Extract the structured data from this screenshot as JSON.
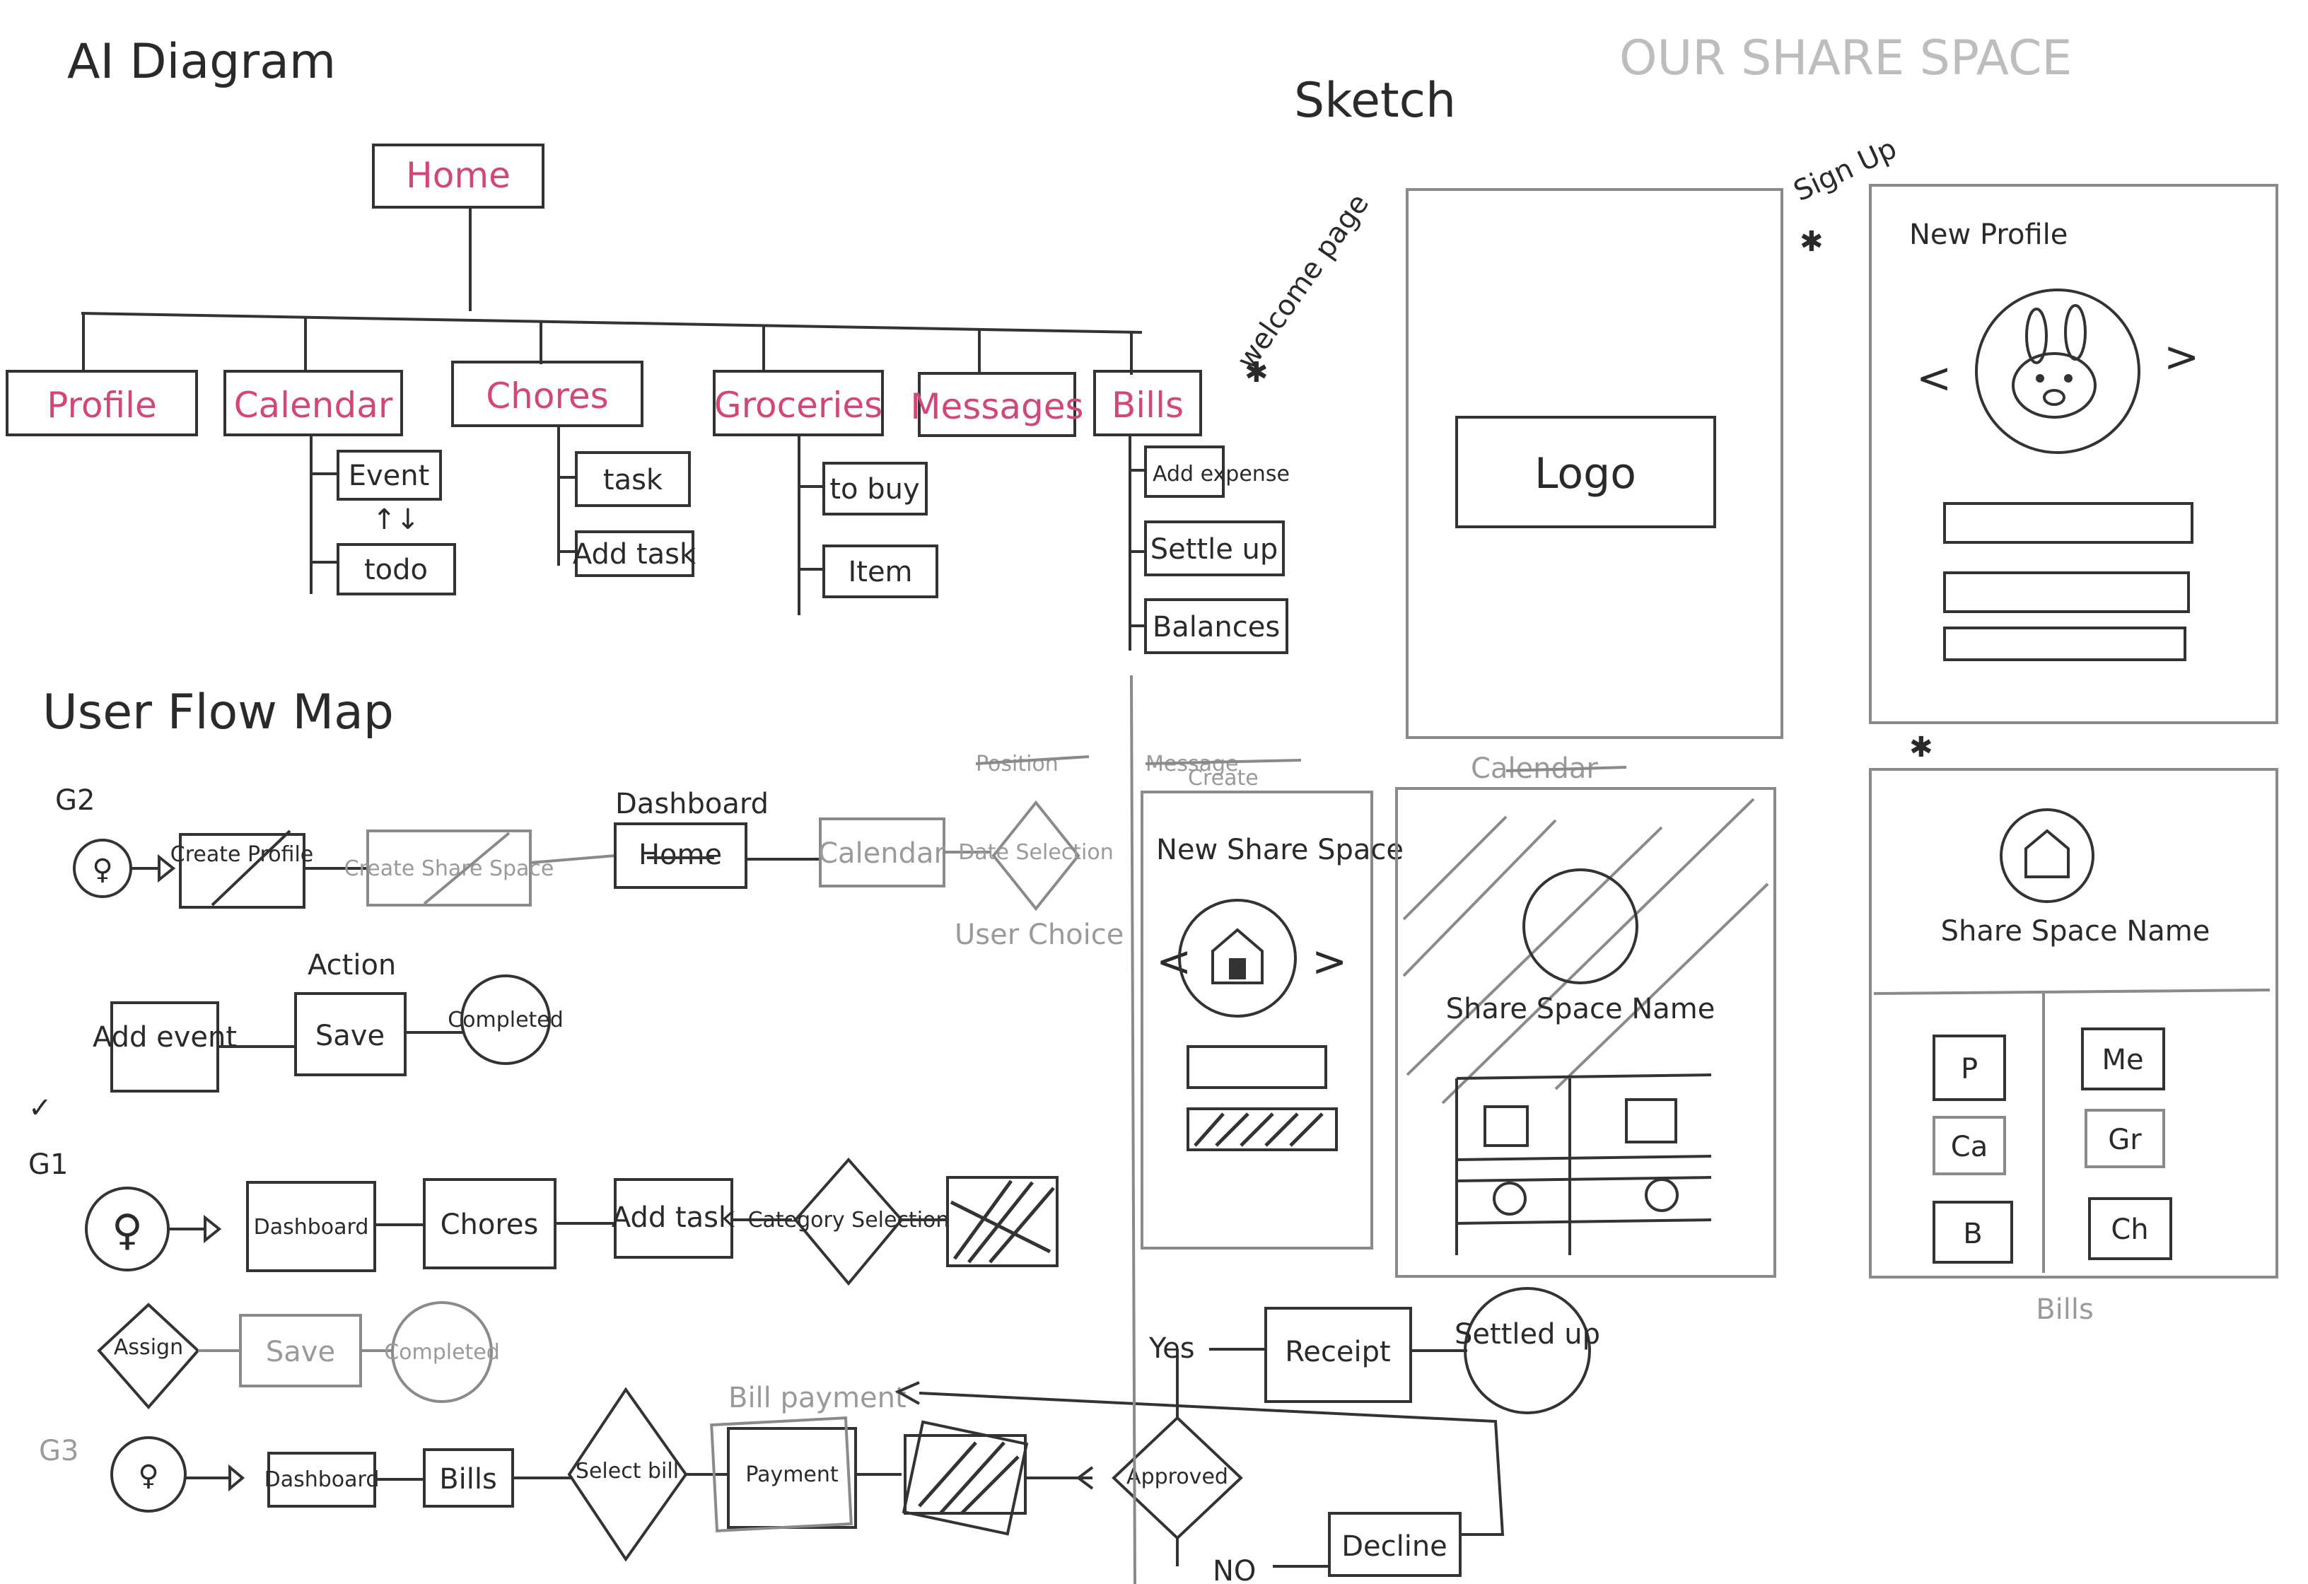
{
  "titles": {
    "ai_diagram": "AI Diagram",
    "user_flow_map": "User Flow Map",
    "sketch": "Sketch",
    "our_share_space": "OUR SHARE SPACE"
  },
  "ai_diagram": {
    "root": "Home",
    "categories": [
      "Profile",
      "Calendar",
      "Chores",
      "Groceries",
      "Messages",
      "Bills"
    ],
    "calendar_children": [
      "Event",
      "todo"
    ],
    "calendar_arrows": "↑↓",
    "chores_children": [
      "task",
      "Add task"
    ],
    "groceries_children": [
      "to buy",
      "Item"
    ],
    "bills_children": [
      "Add expense",
      "Settle up",
      "Balances"
    ]
  },
  "user_flow": {
    "g2": {
      "label": "G2",
      "steps": [
        "Create Profile",
        "Create Share Space",
        "Home",
        "Calendar",
        "Date Selection"
      ],
      "struck_label": "Position",
      "dashboard_label": "Dashboard",
      "user_choice": "User Choice",
      "action_label": "Action",
      "row2": [
        "Add event",
        "Save",
        "Completed"
      ]
    },
    "g1": {
      "label": "G1",
      "check": "✓",
      "steps": [
        "Dashboard",
        "Chores",
        "Add task",
        "Category Selection"
      ],
      "row2": [
        "Assign",
        "Save",
        "Completed"
      ]
    },
    "g3": {
      "label": "G3",
      "steps": [
        "Dashboard",
        "Bills",
        "Select bill",
        "Payment",
        "Approved"
      ],
      "bill_payment": "Bill payment",
      "yes": "Yes",
      "no": "NO",
      "receipt": "Receipt",
      "settled_up": "Settled up",
      "decline": "Decline"
    }
  },
  "sketch": {
    "welcome_label": "welcome page",
    "welcome_marker": "✱",
    "logo": "Logo",
    "signup_label": "Sign Up",
    "new_profile_title": "New Profile",
    "prev_arrow": "<",
    "next_arrow": ">",
    "create_label_struck": "Message",
    "create_label": "Create",
    "new_share_space_title": "New Share Space",
    "calendar_label": "Calendar",
    "share_space_name_center": "Share Space Name",
    "share_space_name": "Share Space Name",
    "grid_buttons": [
      "P",
      "Me",
      "Ca",
      "Gr",
      "B",
      "Ch"
    ],
    "bills_caption": "Bills"
  },
  "colors": {
    "ink": "#2a2a2a",
    "pink": "#d2467a",
    "pencil_gray": "#9a9a9a"
  }
}
